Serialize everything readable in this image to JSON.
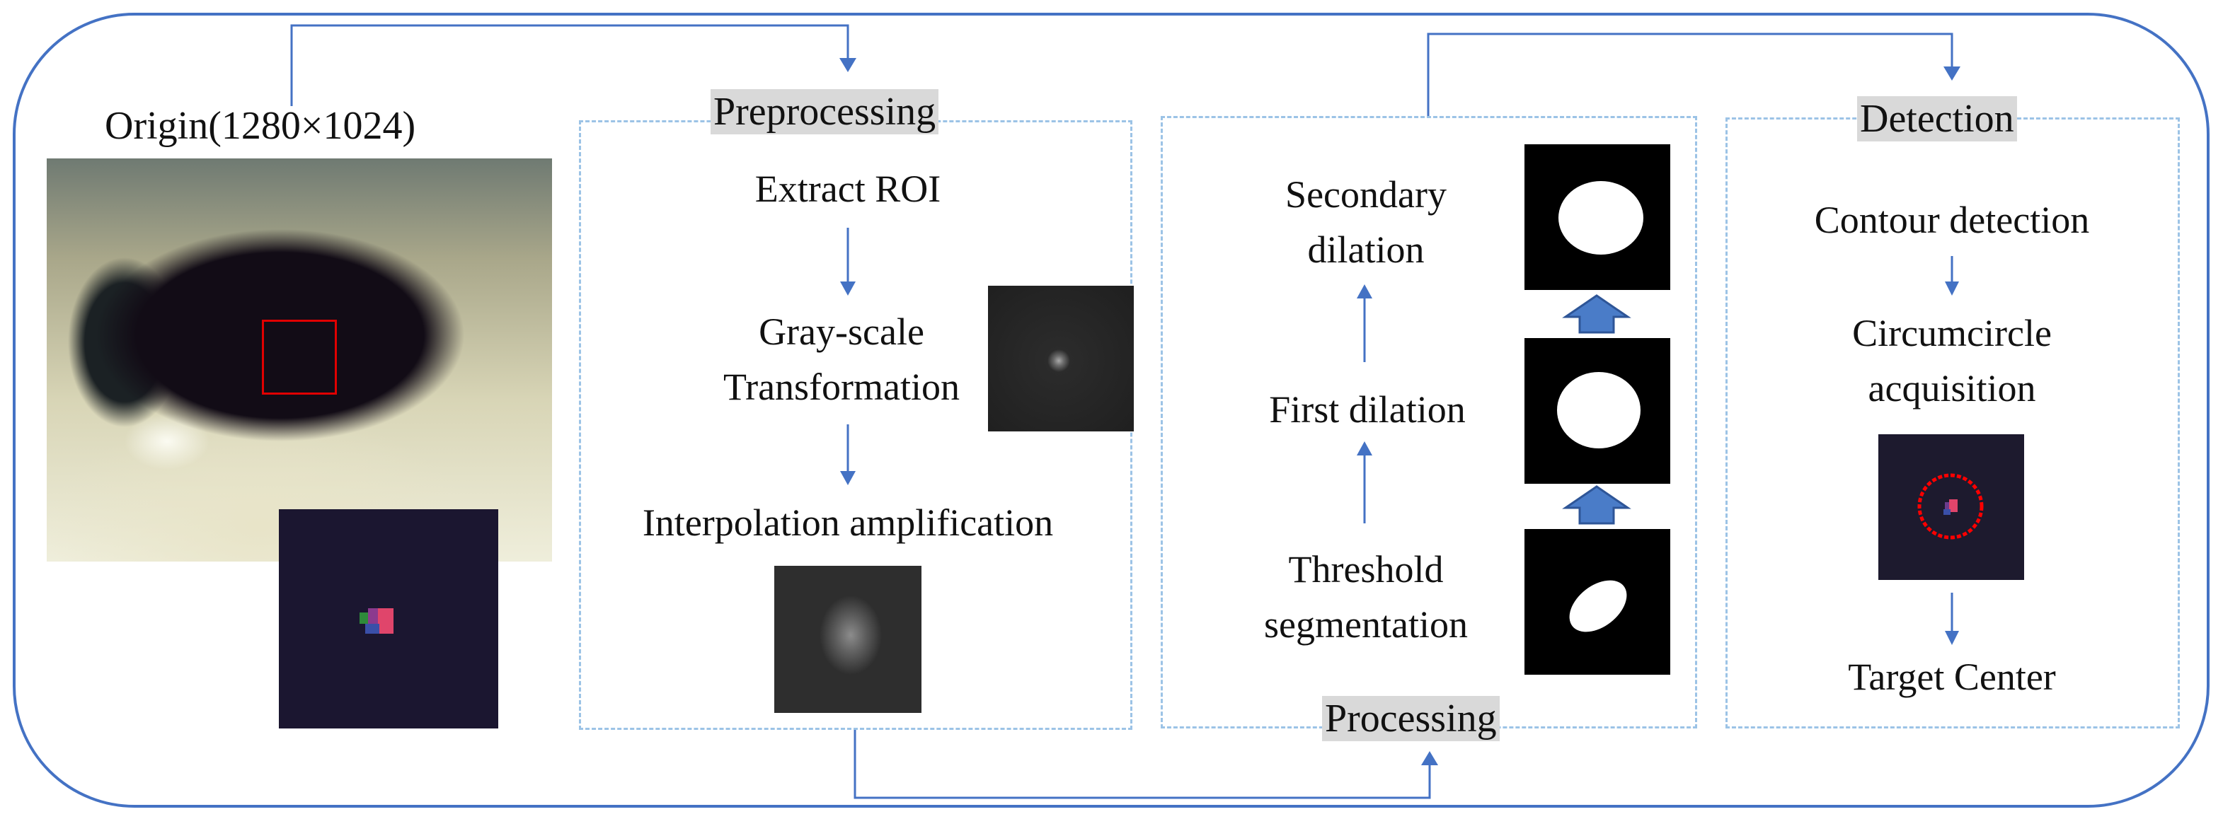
{
  "colors": {
    "frame": "#4472c4",
    "panel_border": "#9cc3e6",
    "arrow": "#4472c4",
    "title_bg": "#d9d9d9",
    "roi_box": "#e00000",
    "circle": "#ff0000"
  },
  "origin": {
    "label": "Origin(1280×1024)"
  },
  "preprocessing": {
    "title": "Preprocessing",
    "steps": [
      "Extract ROI",
      "Gray-scale\nTransformation",
      "Interpolation amplification"
    ]
  },
  "processing": {
    "title": "Processing",
    "steps": [
      "Secondary\ndilation",
      "First dilation",
      "Threshold\nsegmentation"
    ]
  },
  "detection": {
    "title": "Detection",
    "steps": [
      "Contour detection",
      "Circumcircle\nacquisition",
      "Target Center"
    ]
  },
  "icons": {
    "flow_arrow": "arrow-down-icon",
    "block_arrow": "block-up-arrow-icon"
  }
}
